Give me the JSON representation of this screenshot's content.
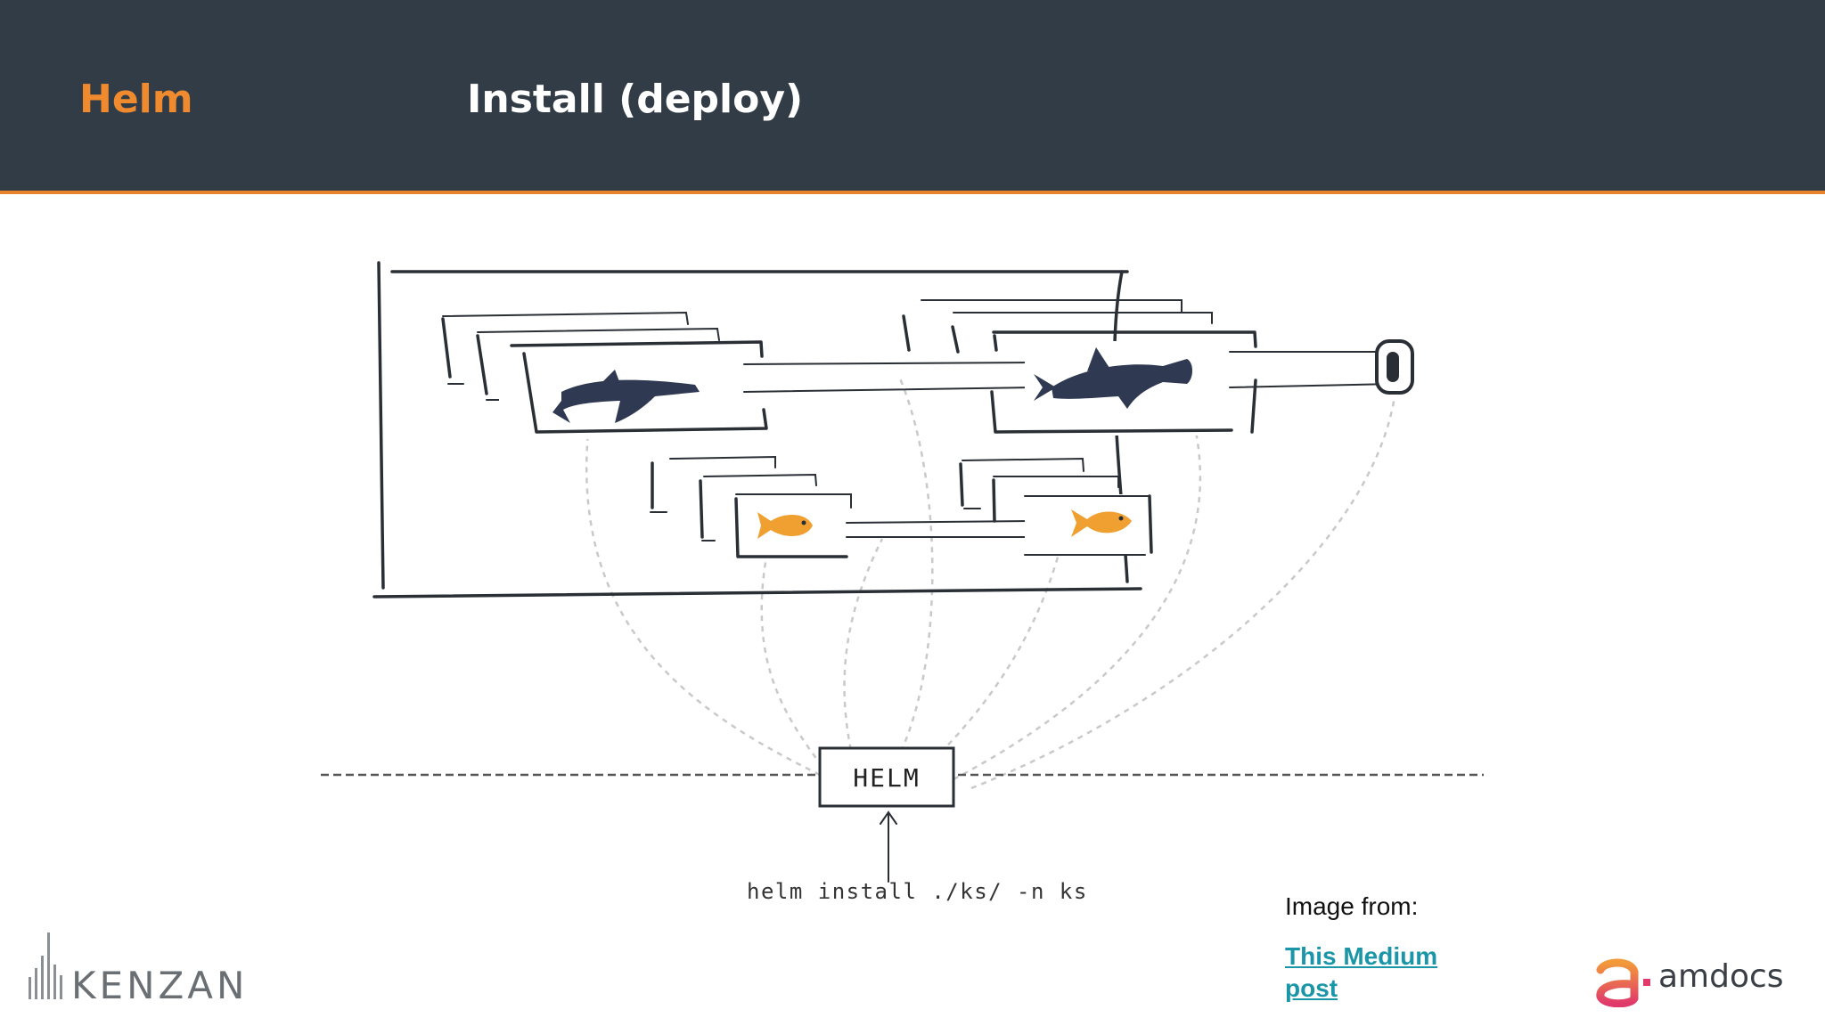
{
  "header": {
    "section": "Helm",
    "title": "Install (deploy)"
  },
  "diagram": {
    "helm_box_label": "HELM",
    "command": "helm install ./ks/ -n ks"
  },
  "credit": {
    "caption": "Image from:",
    "link_text": "This Medium post"
  },
  "logos": {
    "left": "KENZAN",
    "right": "amdocs"
  },
  "colors": {
    "header_bg": "#323c47",
    "accent": "#e8832a",
    "shark": "#2f3a52",
    "fish": "#f0a030",
    "link": "#1a96a8"
  }
}
